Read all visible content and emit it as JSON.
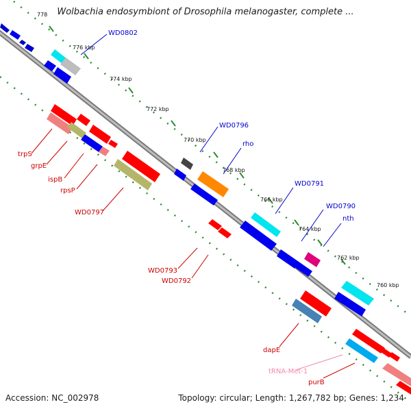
{
  "title": "Wolbachia endosymbiont of Drosophila melanogaster, complete ...",
  "footer": {
    "accession": "Accession: NC_002978",
    "summary": "Topology: circular; Length: 1,267,782 bp; Genes: 1,234"
  },
  "ticks": [
    "778",
    "776 kbp",
    "774 kbp",
    "772 kbp",
    "770 kbp",
    "768 kbp",
    "766 kbp",
    "764 kbp",
    "762 kbp",
    "760 kbp"
  ],
  "labels": {
    "forward": [
      "WD0802",
      "WD0796",
      "rho",
      "WD0791",
      "WD0790",
      "nth"
    ],
    "reverse": [
      "trpS",
      "grpE",
      "ispB",
      "rpsP",
      "WD0797",
      "WD0793",
      "WD0792",
      "dapE",
      "tRNA-Met-1",
      "purB"
    ]
  },
  "colors": {
    "forward_label": "#0000cc",
    "reverse_label": "#cc0000",
    "trna_label": "#f08aa8",
    "backbone": "#8c8c8c",
    "dots_outer": "#2e8b2e"
  }
}
